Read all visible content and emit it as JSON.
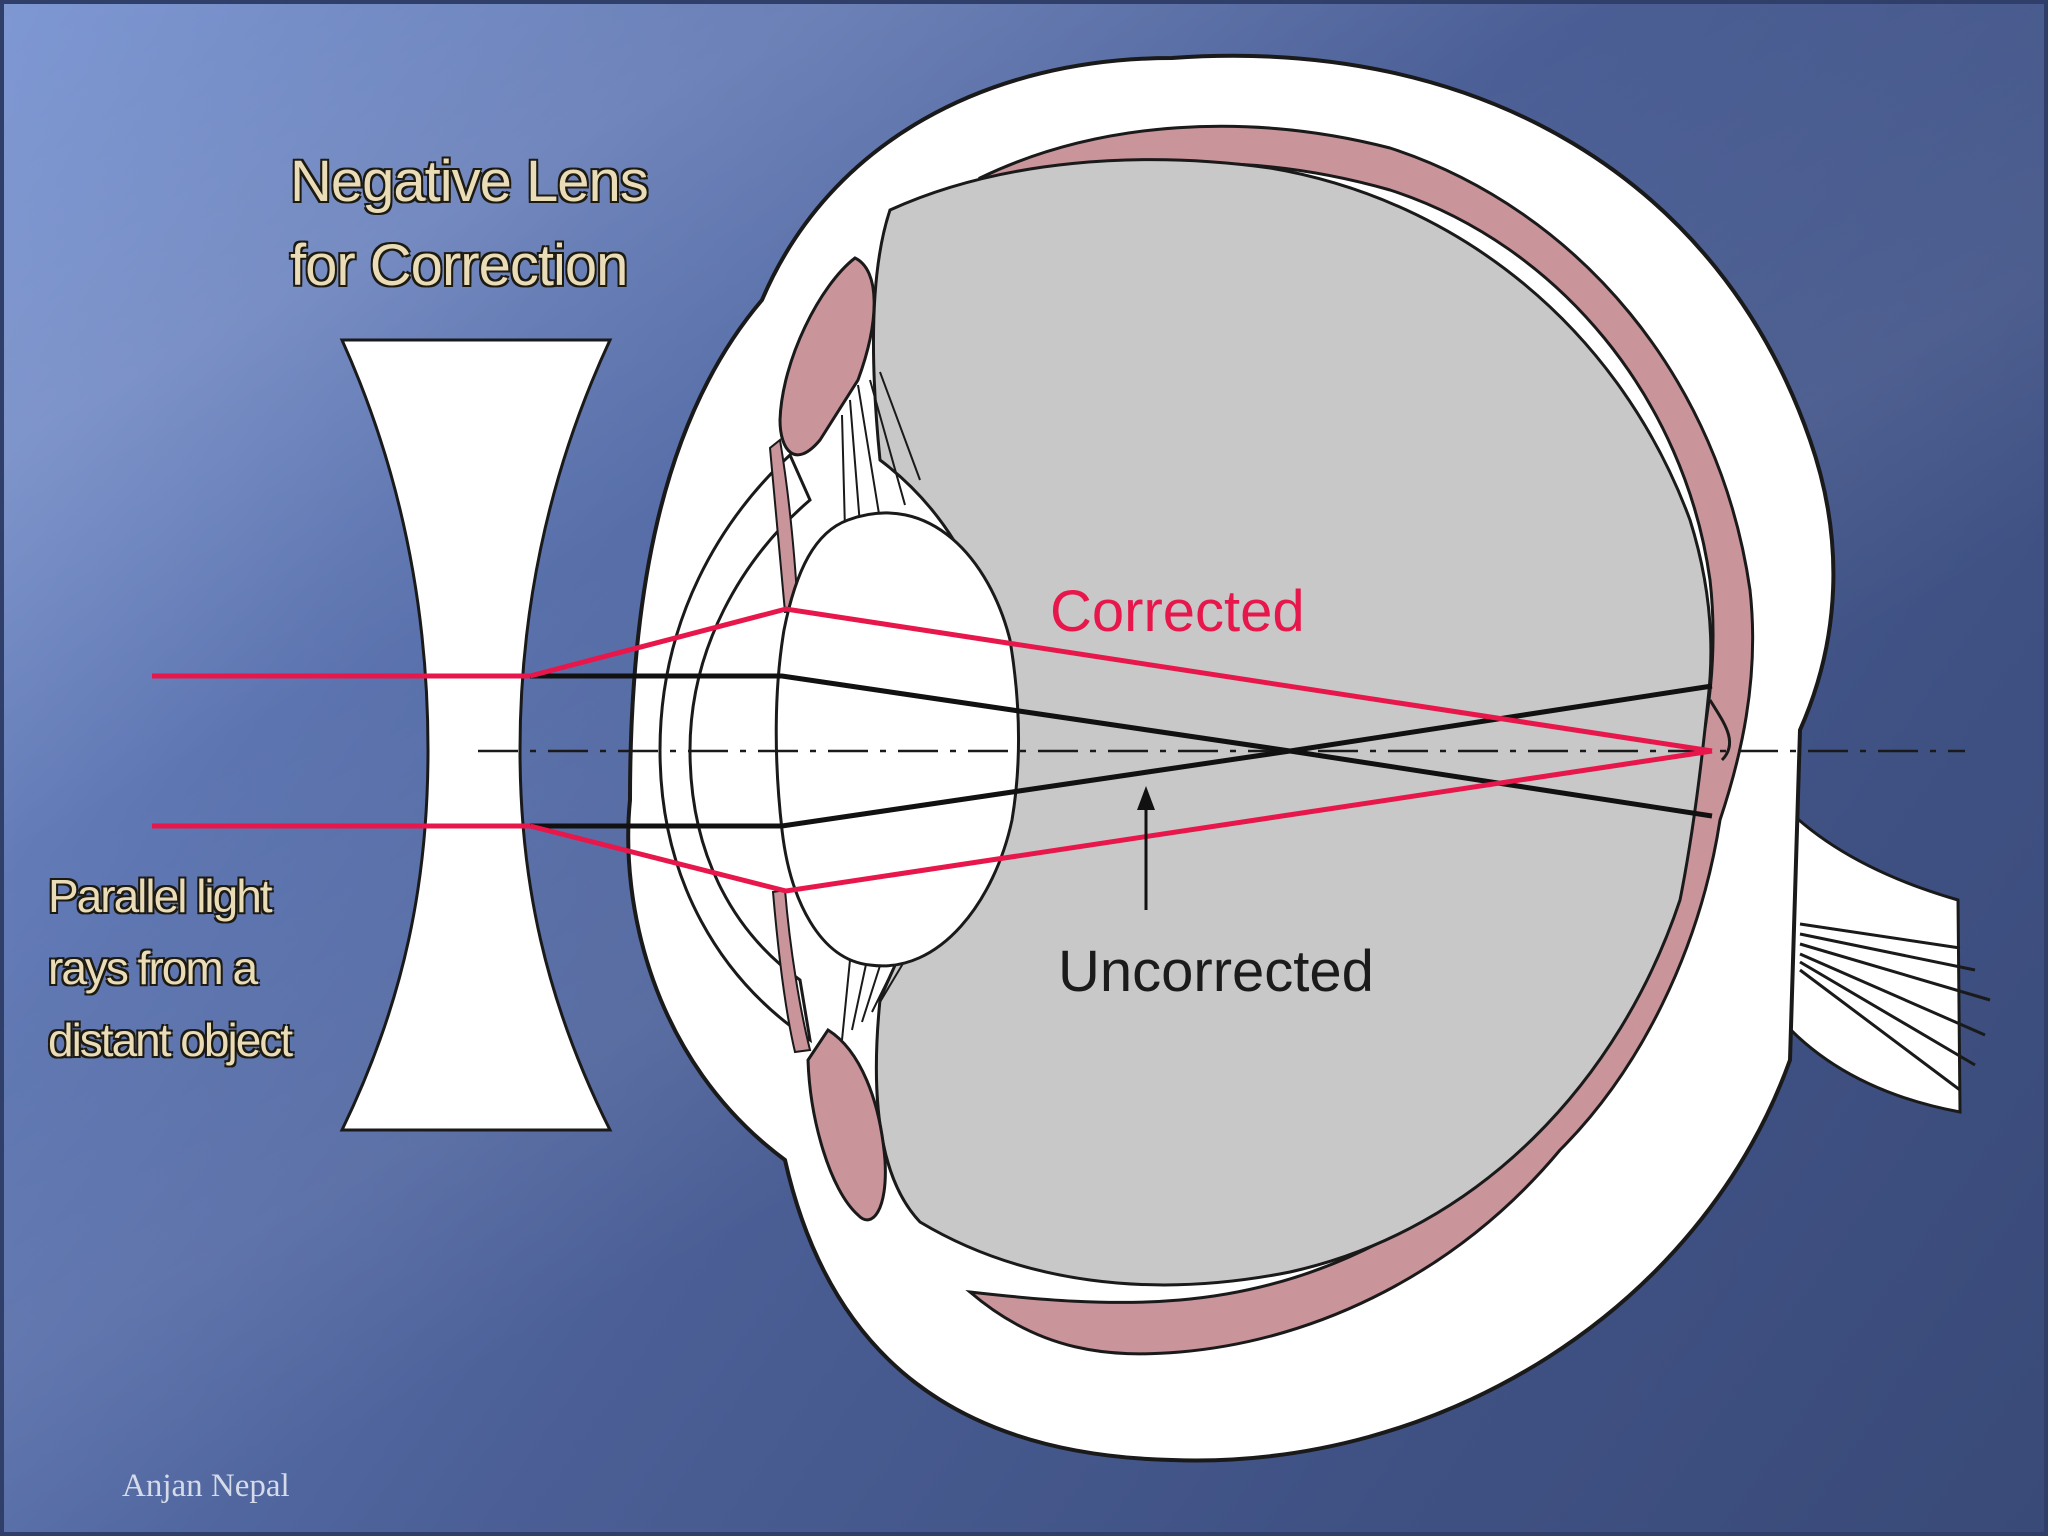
{
  "labels": {
    "lens_title": "Negative Lens\nfor Correction",
    "parallel_rays": "Parallel light\nrays from a\ndistant object",
    "corrected": "Corrected",
    "uncorrected": "Uncorrected",
    "author": "Anjan Nepal"
  },
  "colors": {
    "corrected_ray": "#e8174b",
    "uncorrected_ray": "#111111",
    "choroid": "#c9949a",
    "vitreous": "#c8c8c8",
    "sclera": "#ffffff"
  }
}
